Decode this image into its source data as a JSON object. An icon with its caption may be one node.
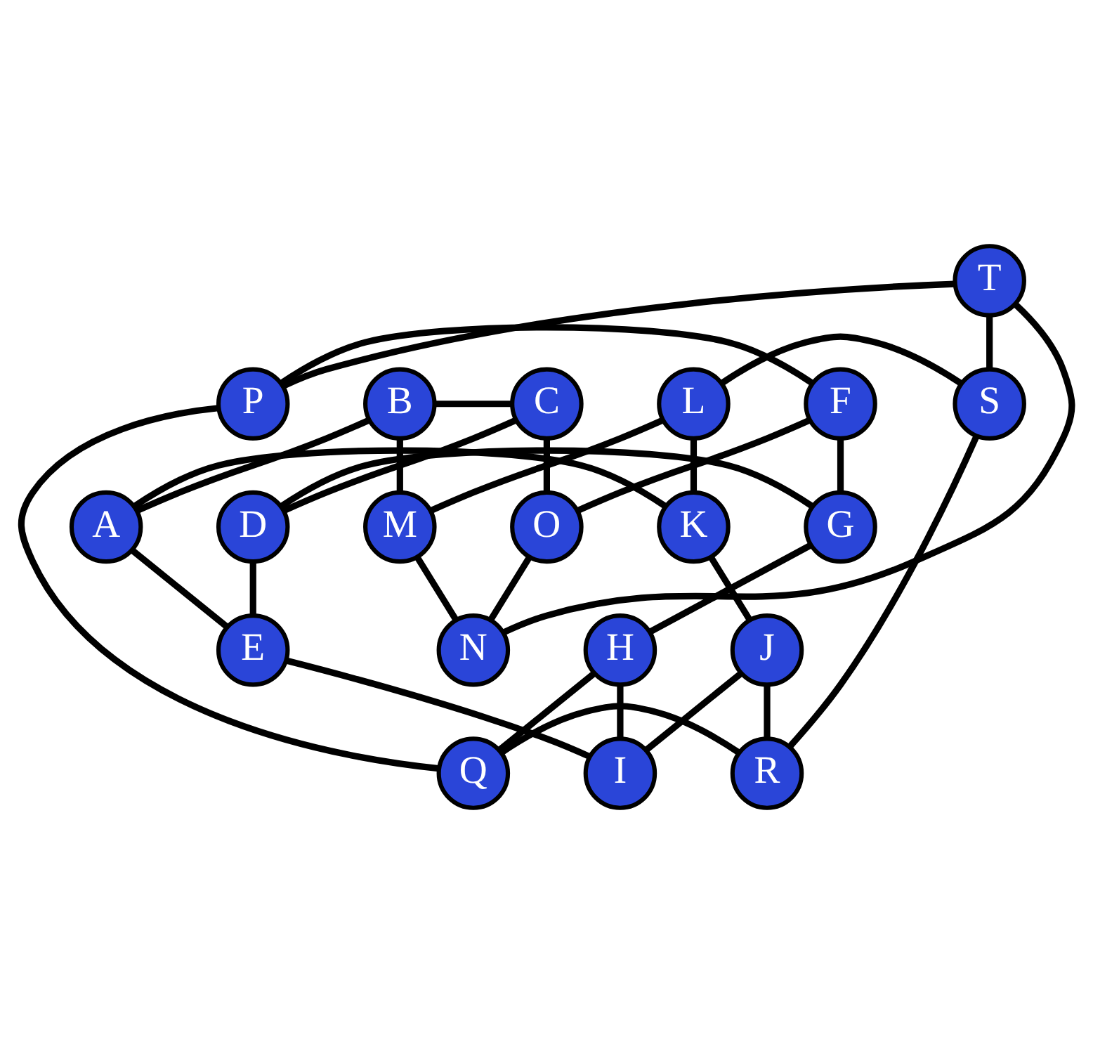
{
  "diagram": {
    "nodes": [
      {
        "text": [
          "T"
        ]
      },
      {
        "text": [
          "N"
        ]
      },
      {
        "text": [
          "O"
        ]
      },
      {
        "text": [
          "M"
        ]
      },
      {
        "text": [
          "P"
        ]
      },
      {
        "text": [
          "S"
        ]
      },
      {
        "text": [
          "F"
        ]
      },
      {
        "text": [
          "C"
        ]
      },
      {
        "text": [
          "B"
        ]
      },
      {
        "text": [
          "L"
        ]
      },
      {
        "text": [
          "A"
        ]
      },
      {
        "text": [
          "D"
        ]
      },
      {
        "text": [
          "G"
        ]
      },
      {
        "text": [
          "K"
        ]
      },
      {
        "text": [
          "E"
        ]
      },
      {
        "text": [
          "I"
        ]
      },
      {
        "text": [
          "H"
        ]
      },
      {
        "text": [
          "J"
        ]
      },
      {
        "text": [
          "Q"
        ]
      },
      {
        "text": [
          "R"
        ]
      }
    ],
    "edges": [
      {
        "from": 8,
        "to": 7,
        "arrow": "none"
      },
      {
        "from": 7,
        "to": 11,
        "arrow": "none"
      },
      {
        "from": 11,
        "to": 14,
        "arrow": "none"
      },
      {
        "from": 14,
        "to": 10,
        "arrow": "none"
      },
      {
        "from": 10,
        "to": 8,
        "arrow": "none"
      },
      {
        "from": 8,
        "to": 3,
        "arrow": "none"
      },
      {
        "from": 7,
        "to": 2,
        "arrow": "none"
      },
      {
        "from": 11,
        "to": 12,
        "arrow": "none"
      },
      {
        "from": 14,
        "to": 15,
        "arrow": "none"
      },
      {
        "from": 10,
        "to": 13,
        "arrow": "none"
      },
      {
        "from": 3,
        "to": 1,
        "arrow": "none"
      },
      {
        "from": 1,
        "to": 2,
        "arrow": "none"
      },
      {
        "from": 2,
        "to": 6,
        "arrow": "none"
      },
      {
        "from": 6,
        "to": 12,
        "arrow": "none"
      },
      {
        "from": 12,
        "to": 16,
        "arrow": "none"
      },
      {
        "from": 16,
        "to": 15,
        "arrow": "none"
      },
      {
        "from": 15,
        "to": 17,
        "arrow": "none"
      },
      {
        "from": 17,
        "to": 13,
        "arrow": "none"
      },
      {
        "from": 13,
        "to": 9,
        "arrow": "none"
      },
      {
        "from": 9,
        "to": 3,
        "arrow": "none"
      },
      {
        "from": 1,
        "to": 0,
        "arrow": "none"
      },
      {
        "from": 6,
        "to": 4,
        "arrow": "none"
      },
      {
        "from": 16,
        "to": 18,
        "arrow": "none"
      },
      {
        "from": 17,
        "to": 19,
        "arrow": "none"
      },
      {
        "from": 9,
        "to": 5,
        "arrow": "none"
      },
      {
        "from": 0,
        "to": 4,
        "arrow": "none"
      },
      {
        "from": 4,
        "to": 18,
        "arrow": "none"
      },
      {
        "from": 18,
        "to": 19,
        "arrow": "none"
      },
      {
        "from": 19,
        "to": 5,
        "arrow": "none"
      },
      {
        "from": 5,
        "to": 0,
        "arrow": "none"
      }
    ]
  }
}
